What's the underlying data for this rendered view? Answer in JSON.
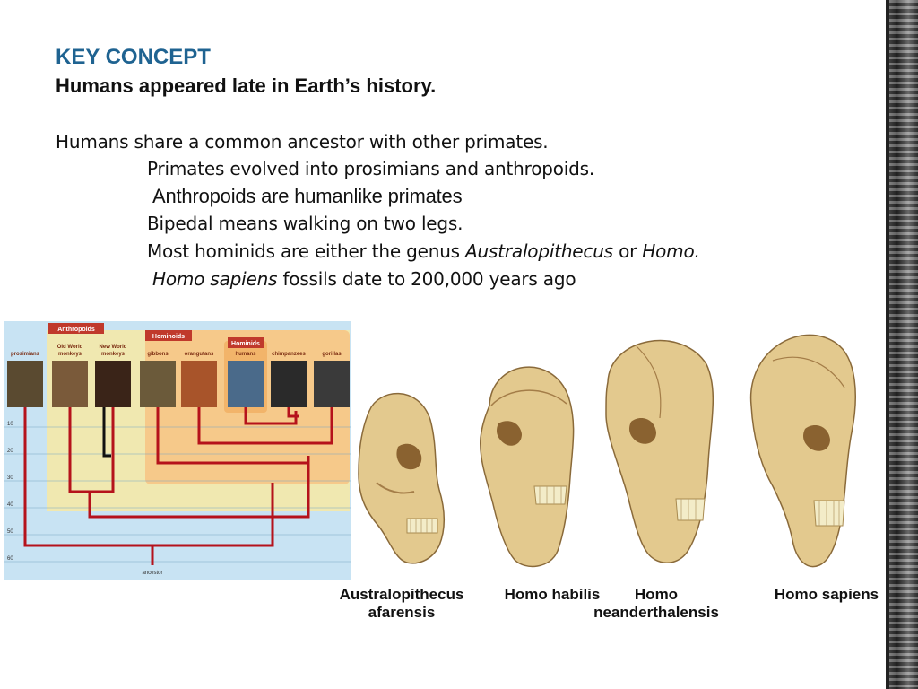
{
  "slide": {
    "key_concept": "KEY CONCEPT",
    "key_statement": "Humans appeared late in Earth’s history.",
    "lines": {
      "l0": "Humans share a common ancestor with other primates.",
      "l1": "Primates evolved into prosimians and anthropoids.",
      "l2": "Anthropoids are humanlike primates",
      "l3": "Bipedal means walking on two legs.",
      "l4_a": "Most hominids are either the genus ",
      "l4_b": "Australopithecus",
      "l4_c": " or ",
      "l4_d": "Homo.",
      "l5_a": "Homo sapiens",
      "l5_b": " fossils date to 200,000 years ago"
    }
  },
  "cladogram": {
    "groups": {
      "anthropoids": "Anthropoids",
      "hominoids": "Hominoids",
      "hominids": "Hominids"
    },
    "taxa": [
      "prosimians",
      "Old World monkeys",
      "New World monkeys",
      "gibbons",
      "orangutans",
      "humans",
      "chimpanzees",
      "gorillas"
    ],
    "taxa_lines": [
      [
        "prosimians"
      ],
      [
        "Old World",
        "monkeys"
      ],
      [
        "New World",
        "monkeys"
      ],
      [
        "gibbons"
      ],
      [
        "orangutans"
      ],
      [
        "humans"
      ],
      [
        "chimpanzees"
      ],
      [
        "gorillas"
      ]
    ],
    "time_ticks": [
      "10",
      "20",
      "30",
      "40",
      "50",
      "60"
    ],
    "ancestor_label": "ancestor",
    "colors": {
      "branch": "#b5121b",
      "anthropoid_bg": "#f0e8b0",
      "hominoid_bg": "#f6c98a",
      "hominid_bg": "#f2b46a",
      "sky": "#c8e3f3",
      "tag": "#c0392b"
    }
  },
  "skulls": {
    "items": [
      {
        "name_lines": [
          "Australopithecus",
          "afarensis"
        ]
      },
      {
        "name_lines": [
          "Homo habilis"
        ]
      },
      {
        "name_lines": [
          "Homo",
          "neanderthalensis"
        ]
      },
      {
        "name_lines": [
          "Homo sapiens"
        ]
      }
    ],
    "colors": {
      "bone": "#e3c98e",
      "shade": "#b8925a",
      "teeth": "#f3ecc8"
    }
  }
}
